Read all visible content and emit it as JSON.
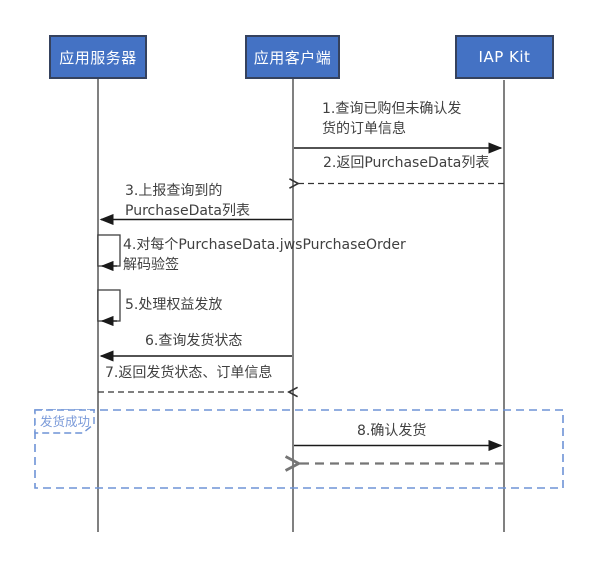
{
  "diagram": {
    "type": "sequence-diagram",
    "actors": [
      {
        "id": "app-server",
        "label": "应用服务器"
      },
      {
        "id": "app-client",
        "label": "应用客户端"
      },
      {
        "id": "iap-kit",
        "label": "IAP Kit"
      }
    ],
    "messages": [
      {
        "label": "1.查询已购但未确认发\n货的订单信息",
        "from": "应用客户端",
        "to": "IAP Kit",
        "line": "solid"
      },
      {
        "label": "2.返回PurchaseData列表",
        "from": "IAP Kit",
        "to": "应用客户端",
        "line": "dashed"
      },
      {
        "label": "3.上报查询到的\nPurchaseData列表",
        "from": "应用客户端",
        "to": "应用服务器",
        "line": "solid"
      },
      {
        "label": "4.对每个PurchaseData.jwsPurchaseOrder\n解码验签",
        "from": "应用服务器",
        "to": "应用服务器",
        "line": "self"
      },
      {
        "label": "5.处理权益发放",
        "from": "应用服务器",
        "to": "应用服务器",
        "line": "self"
      },
      {
        "label": "6.查询发货状态",
        "from": "应用客户端",
        "to": "应用服务器",
        "line": "solid"
      },
      {
        "label": "7.返回发货状态、订单信息",
        "from": "应用服务器",
        "to": "应用客户端",
        "line": "dashed"
      },
      {
        "label": "8.确认发货",
        "from": "应用客户端",
        "to": "IAP Kit",
        "line": "solid"
      },
      {
        "label": "",
        "from": "IAP Kit",
        "to": "应用客户端",
        "line": "dashed"
      }
    ],
    "frame": {
      "label": "发货成功"
    },
    "colors": {
      "actor_fill": "#4472c4",
      "actor_border": "#35425e",
      "actor_text": "#ffffff",
      "message_text": "#404040",
      "lifeline": "#808080",
      "arrow": "#1a1a1a",
      "return_arrow": "#757575",
      "frame_border": "#6e93d6",
      "frame_label": "#7a9ad9",
      "background": "#ffffff"
    }
  }
}
